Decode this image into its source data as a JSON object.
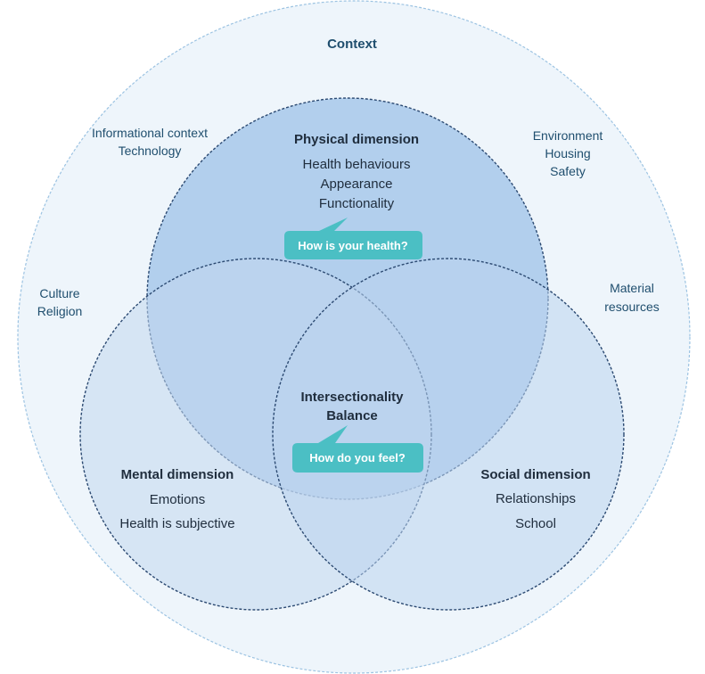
{
  "context": {
    "title": "Context",
    "top_left": [
      "Informational context",
      "Technology"
    ],
    "top_right": [
      "Environment",
      "Housing",
      "Safety"
    ],
    "left": [
      "Culture",
      "Religion"
    ],
    "right": [
      "Material",
      "resources"
    ]
  },
  "physical": {
    "title": "Physical dimension",
    "items": [
      "Health behaviours",
      "Appearance",
      "Functionality"
    ],
    "bubble": "How is your health?"
  },
  "mental": {
    "title": "Mental dimension",
    "items": [
      "Emotions",
      "Health is subjective"
    ]
  },
  "social": {
    "title": "Social dimension",
    "items": [
      "Relationships",
      "School"
    ]
  },
  "center": {
    "lines": [
      "Intersectionality",
      "Balance"
    ],
    "bubble": "How do you feel?"
  },
  "colors": {
    "context_fill": "#eef5fb",
    "context_stroke": "#9cc3e2",
    "physical_fill": "#9ec2e8",
    "mental_fill": "#c2d7ef",
    "social_fill": "#bcd4ef",
    "circle_stroke": "#2c4a72",
    "bubble": "#4bbfc4",
    "text_dark": "#1f2d3d",
    "text_context": "#1f4e6e"
  }
}
